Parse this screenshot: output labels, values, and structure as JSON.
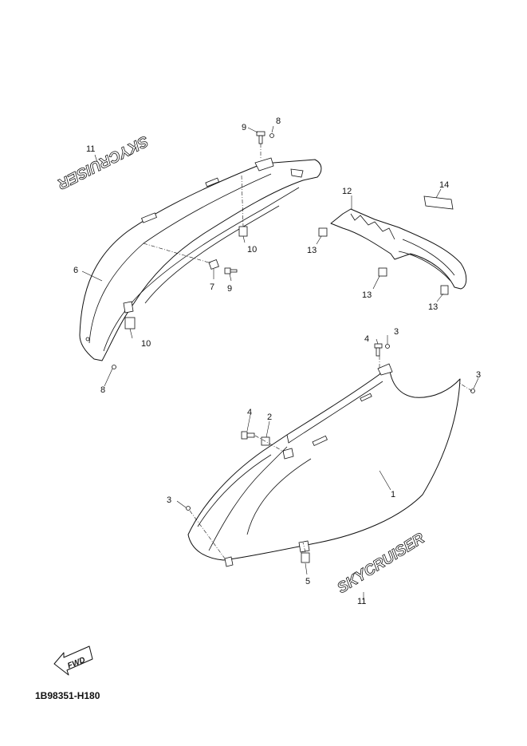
{
  "diagram_code": "1B98351-H180",
  "fwd_label": "FWD",
  "emblem_text": "SKYCRUISER",
  "callouts": {
    "n1": "1",
    "n2": "2",
    "n3a": "3",
    "n3b": "3",
    "n3c": "3",
    "n4a": "4",
    "n4b": "4",
    "n5": "5",
    "n6": "6",
    "n7": "7",
    "n8a": "8",
    "n8b": "8",
    "n9a": "9",
    "n9b": "9",
    "n10a": "10",
    "n10b": "10",
    "n11a": "11",
    "n11b": "11",
    "n12": "12",
    "n13a": "13",
    "n13b": "13",
    "n13c": "13",
    "n14": "14"
  }
}
